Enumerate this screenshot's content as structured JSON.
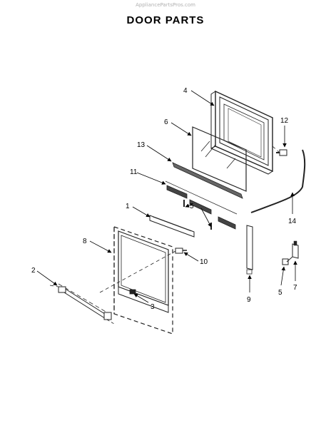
{
  "watermark": "AppliancePartsPros.com",
  "title": "DOOR PARTS",
  "callouts": [
    {
      "id": "1",
      "label": "1"
    },
    {
      "id": "2",
      "label": "2"
    },
    {
      "id": "3",
      "label": "3"
    },
    {
      "id": "4",
      "label": "4"
    },
    {
      "id": "5a",
      "label": "5"
    },
    {
      "id": "5b",
      "label": "5"
    },
    {
      "id": "6",
      "label": "6"
    },
    {
      "id": "7",
      "label": "7"
    },
    {
      "id": "8",
      "label": "8"
    },
    {
      "id": "9",
      "label": "9"
    },
    {
      "id": "10",
      "label": "10"
    },
    {
      "id": "11",
      "label": "11"
    },
    {
      "id": "12",
      "label": "12"
    },
    {
      "id": "13",
      "label": "13"
    },
    {
      "id": "14",
      "label": "14"
    }
  ]
}
